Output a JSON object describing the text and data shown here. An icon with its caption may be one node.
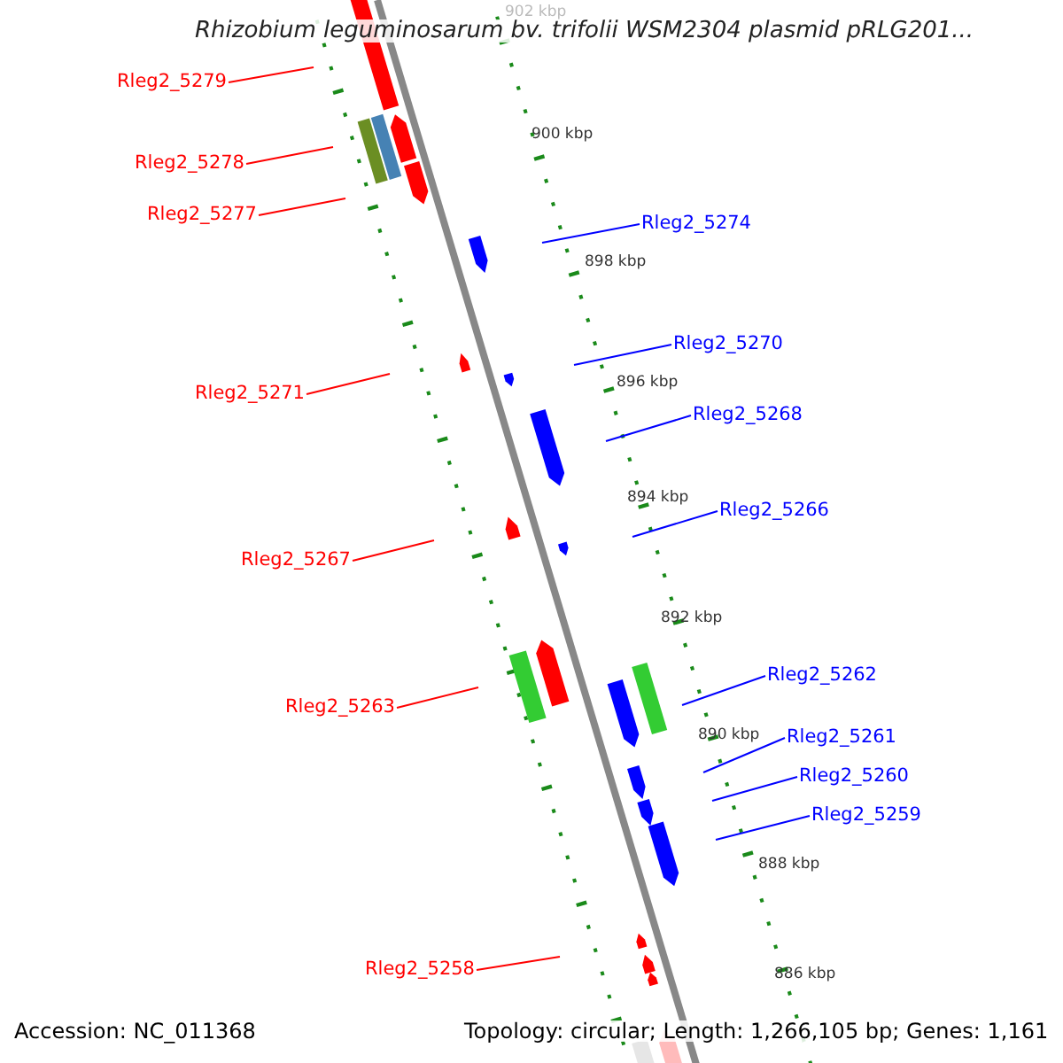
{
  "diagram": {
    "title": "Rhizobium leguminosarum bv. trifolii WSM2304 plasmid pRLG201...",
    "nodes": [
      {
        "text": [
          "Rleg2_5279"
        ]
      },
      {
        "text": [
          "Rleg2_5278"
        ]
      },
      {
        "text": [
          "Rleg2_5277"
        ]
      },
      {
        "text": [
          "Rleg2_5274"
        ]
      },
      {
        "text": [
          "Rleg2_5270"
        ]
      },
      {
        "text": [
          "Rleg2_5271"
        ]
      },
      {
        "text": [
          "Rleg2_5268"
        ]
      },
      {
        "text": [
          "Rleg2_5266"
        ]
      },
      {
        "text": [
          "Rleg2_5267"
        ]
      },
      {
        "text": [
          "Rleg2_5262"
        ]
      },
      {
        "text": [
          "Rleg2_5263"
        ]
      },
      {
        "text": [
          "Rleg2_5261"
        ]
      },
      {
        "text": [
          "Rleg2_5260"
        ]
      },
      {
        "text": [
          "Rleg2_5259"
        ]
      },
      {
        "text": [
          "Rleg2_5258"
        ]
      }
    ],
    "edges": [
      {
        "from": 0,
        "to": null,
        "arrow": "none",
        "color": "#ff0000"
      },
      {
        "from": 1,
        "to": null,
        "arrow": "none",
        "color": "#ff0000"
      },
      {
        "from": 2,
        "to": null,
        "arrow": "none",
        "color": "#ff0000"
      },
      {
        "from": 3,
        "to": null,
        "arrow": "none",
        "color": "#0000ff"
      },
      {
        "from": 4,
        "to": null,
        "arrow": "none",
        "color": "#0000ff"
      },
      {
        "from": 5,
        "to": null,
        "arrow": "none",
        "color": "#ff0000"
      },
      {
        "from": 6,
        "to": null,
        "arrow": "none",
        "color": "#0000ff"
      },
      {
        "from": 7,
        "to": null,
        "arrow": "none",
        "color": "#0000ff"
      },
      {
        "from": 8,
        "to": null,
        "arrow": "none",
        "color": "#ff0000"
      },
      {
        "from": 9,
        "to": null,
        "arrow": "none",
        "color": "#0000ff"
      },
      {
        "from": 10,
        "to": null,
        "arrow": "none",
        "color": "#ff0000"
      },
      {
        "from": 11,
        "to": null,
        "arrow": "none",
        "color": "#0000ff"
      },
      {
        "from": 12,
        "to": null,
        "arrow": "none",
        "color": "#0000ff"
      },
      {
        "from": 13,
        "to": null,
        "arrow": "none",
        "color": "#0000ff"
      },
      {
        "from": 14,
        "to": null,
        "arrow": "none",
        "color": "#ff0000"
      }
    ],
    "labels": [
      "902 kbp",
      "900 kbp",
      "898 kbp",
      "896 kbp",
      "894 kbp",
      "892 kbp",
      "890 kbp",
      "888 kbp",
      "886 kbp",
      "Accession: NC_011368",
      "Topology: circular; Length: 1,266,105 bp; Genes: 1,161"
    ]
  }
}
